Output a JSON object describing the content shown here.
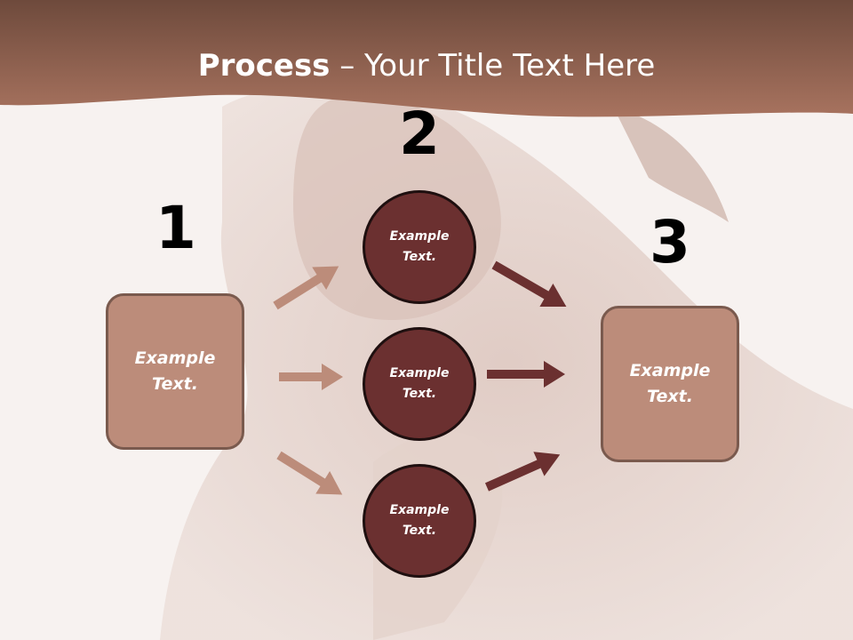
{
  "title": {
    "bold": "Process",
    "rest": " – Your Title Text Here"
  },
  "steps": {
    "one": "1",
    "two": "2",
    "three": "3"
  },
  "boxes": {
    "left": [
      "Example",
      "Text."
    ],
    "right": [
      "Example",
      "Text."
    ]
  },
  "circles": [
    [
      "Example",
      "Text."
    ],
    [
      "Example",
      "Text."
    ],
    [
      "Example",
      "Text."
    ]
  ],
  "colors": {
    "header": "#9c6a58",
    "box": "#bc8c7a",
    "circle": "#6b3030",
    "arrow_light": "#bc8c7a",
    "arrow_dark": "#6b3030"
  }
}
